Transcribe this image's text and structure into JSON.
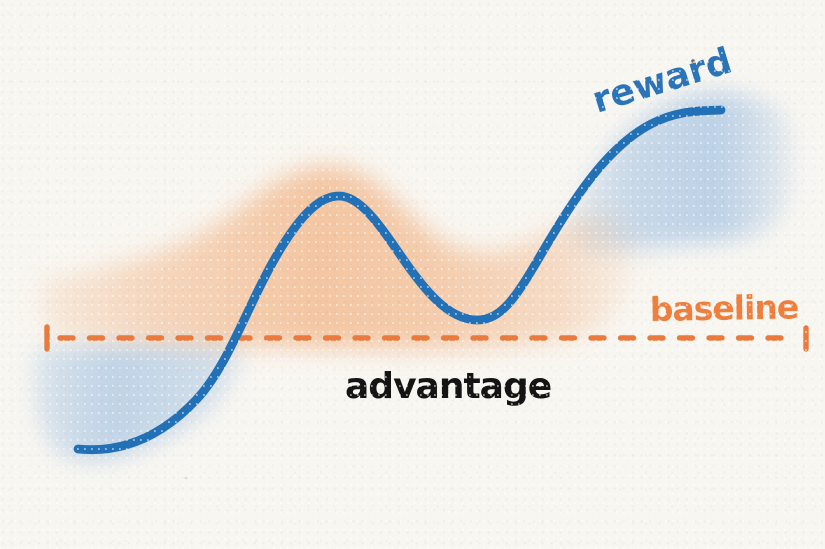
{
  "labels": {
    "reward": "reward",
    "baseline": "baseline",
    "advantage": "advantage"
  },
  "colors": {
    "background": "#f8f6f1",
    "curve": "#2271b6",
    "reward_label": "#2b74b8",
    "baseline_line": "#ea7a3d",
    "baseline_label": "#ee7f3e",
    "advantage_label": "#141414",
    "band_orange": "#f09a5a",
    "band_blue": "#86b0dc"
  }
}
